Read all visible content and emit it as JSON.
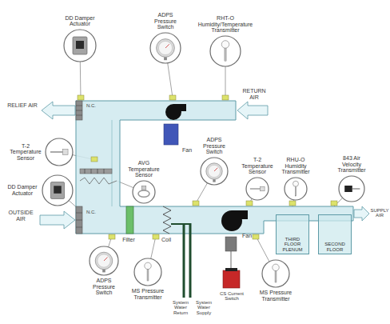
{
  "diagram": {
    "nodes": [
      {
        "text": [
          "DD Damper Actuator"
        ]
      },
      {
        "text": [
          "ADPS Pressure Switch"
        ]
      },
      {
        "text": [
          "RHT-O Humidity/Temperature Transmitter"
        ]
      },
      {
        "text": [
          "T-2 Temperature Sensor"
        ]
      },
      {
        "text": [
          "ADPS Pressure Switch"
        ]
      },
      {
        "text": [
          "AVG Temperature Sensor"
        ]
      },
      {
        "text": [
          "T-2 Temperature Sensor"
        ]
      },
      {
        "text": [
          "RHU-O Humidity Transmitter"
        ]
      },
      {
        "text": [
          "843 Air Velocity Transmitter"
        ]
      },
      {
        "text": [
          "DD Damper Actuator"
        ]
      },
      {
        "text": [
          "THIRD FLOOR PLENUM"
        ]
      },
      {
        "text": [
          "SECOND FLOOR"
        ]
      },
      {
        "text": [
          "ADPS Pressure Switch"
        ]
      },
      {
        "text": [
          "MS Pressure Transmitter"
        ]
      },
      {
        "text": [
          "MS Pressure Transmitter"
        ]
      }
    ],
    "labels": [
      "RELIEF AIR",
      "RETURN AIR",
      "N.C.",
      "Fan",
      "OUTSIDE AIR",
      "N.C.",
      "SUPPLY AIR",
      "Filter",
      "Coil",
      "Fan",
      "System Water Return",
      "System Water Supply",
      "CS Current Switch"
    ]
  }
}
